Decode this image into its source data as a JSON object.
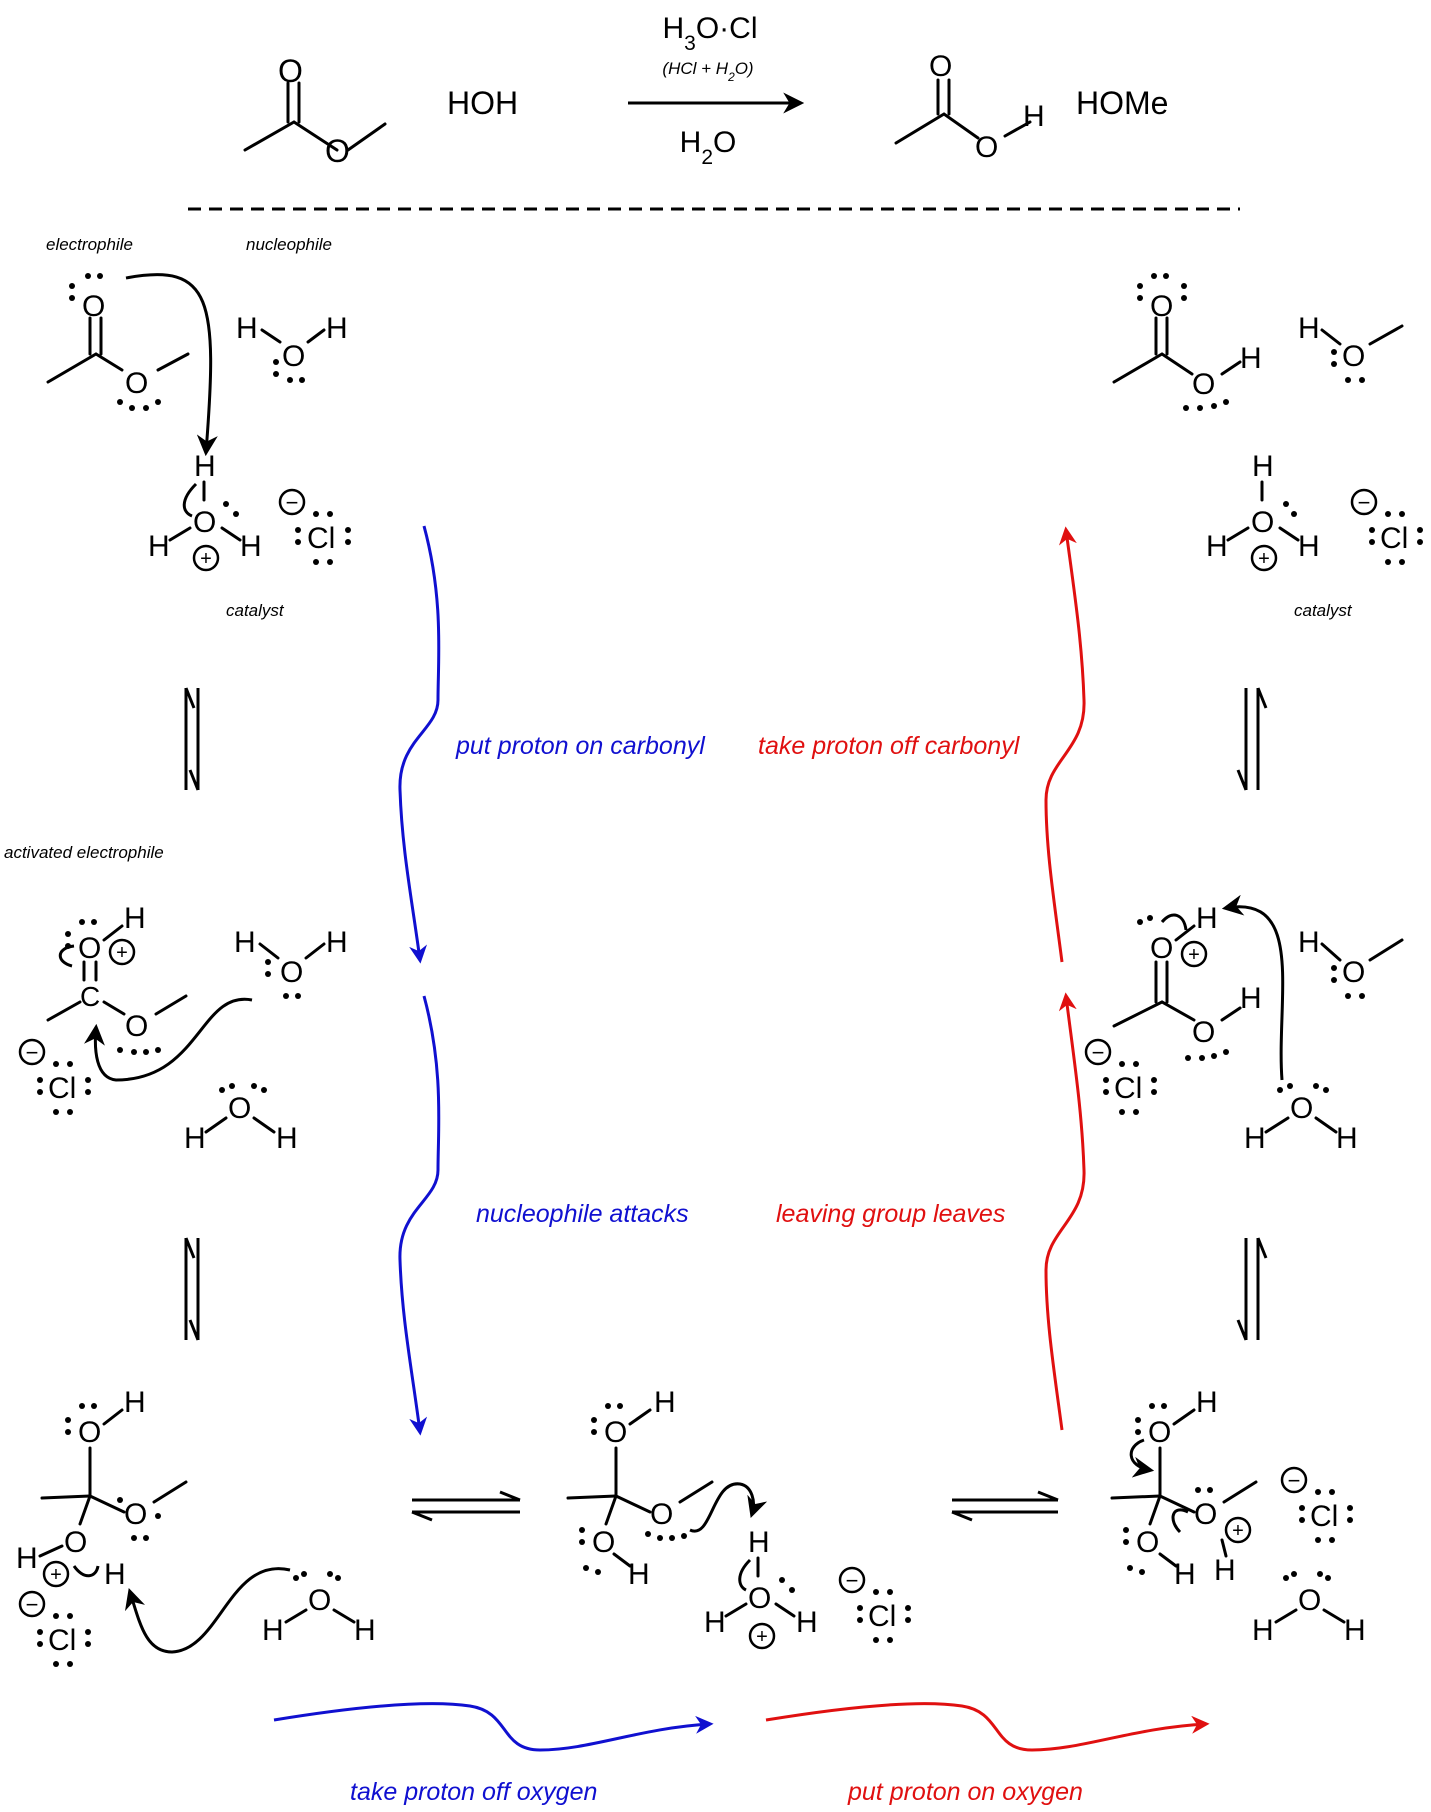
{
  "colors": {
    "blue": "#1010d0",
    "red": "#e01010",
    "black": "#000000"
  },
  "header": {
    "reagent_above": "H3O·Cl",
    "reagent_note": "(HCl + H2O)",
    "reagent_below": "H2O",
    "reactant_water": "HOH",
    "product_methanol": "HOMe"
  },
  "roles": {
    "electrophile": "electrophile",
    "nucleophile": "nucleophile",
    "catalyst_left": "catalyst",
    "catalyst_right": "catalyst",
    "activated_electrophile": "activated electrophile"
  },
  "steps": {
    "put_proton_on_carbonyl": "put proton on carbonyl",
    "take_proton_off_carbonyl": "take proton off carbonyl",
    "nucleophile_attacks": "nucleophile attacks",
    "leaving_group_leaves": "leaving group leaves",
    "take_proton_off_oxygen": "take proton off oxygen",
    "put_proton_on_oxygen": "put proton on oxygen"
  },
  "atoms": {
    "O": "O",
    "H": "H",
    "C": "C",
    "Cl": "Cl",
    "plus": "+",
    "minus": "−"
  }
}
